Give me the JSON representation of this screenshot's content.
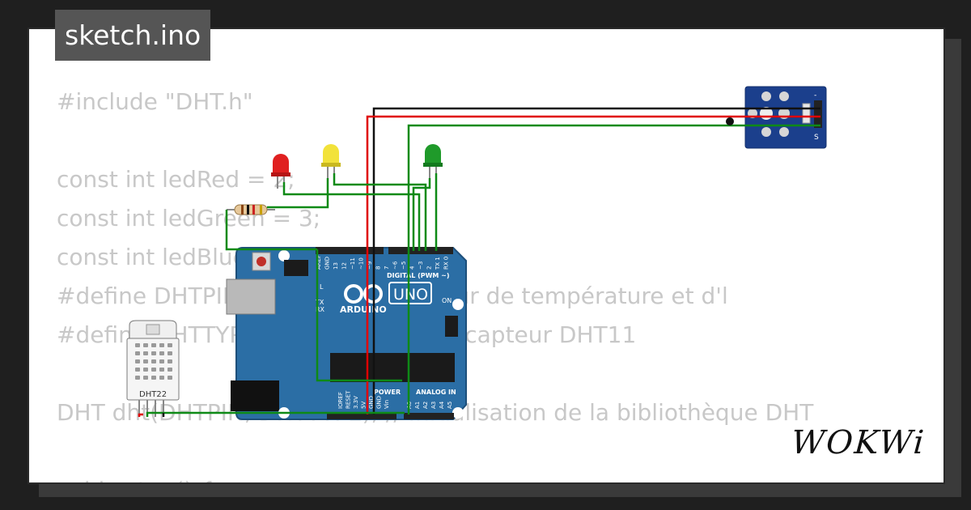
{
  "editor": {
    "filename": "sketch.ino",
    "code_lines": [
      "#include \"DHT.h\"",
      "",
      "const int ledRed = 2;",
      "const int ledGreen = 3;",
      "const int ledBlue = 4;",
      "#define DHTPIN 5   // pour le capteur de température et d'l",
      "#define DHTTYPE DHT22 // type de capteur DHT11",
      "",
      "DHT dht(DHTPIN, DHTTYPE); // Initialisation de la bibliothèque DHT",
      "",
      "void setup() {"
    ]
  },
  "circuit": {
    "board": {
      "model": "UNO",
      "brand": "ARDUINO",
      "digital_label": "DIGITAL (PWM ~)",
      "analog_label": "ANALOG IN",
      "power_label": "POWER",
      "on_label": "ON",
      "l_label": "L",
      "tx_label": "TX",
      "rx_label": "RX",
      "header_pins": [
        "AREF",
        "GND",
        "13",
        "12",
        "~11",
        "~10",
        "~9",
        "8",
        "7",
        "~6",
        "~5",
        "4",
        "~3",
        "2",
        "TX 1",
        "RX 0"
      ],
      "power_pins": [
        "IOREF",
        "RESET",
        "3.3V",
        "5V",
        "GND",
        "GND",
        "Vin"
      ],
      "analog_pins": [
        "A0",
        "A1",
        "A2",
        "A3",
        "A4",
        "A5"
      ]
    },
    "sensor_label": "DHT22",
    "module_pin_labels": [
      "S",
      "-"
    ],
    "colors": {
      "wire_red": "#e00000",
      "wire_black": "#111111",
      "wire_green": "#0e8a16",
      "board": "#2b6ea5",
      "module": "#1b3f8c"
    }
  },
  "brand": {
    "logo": "WOKWi"
  }
}
